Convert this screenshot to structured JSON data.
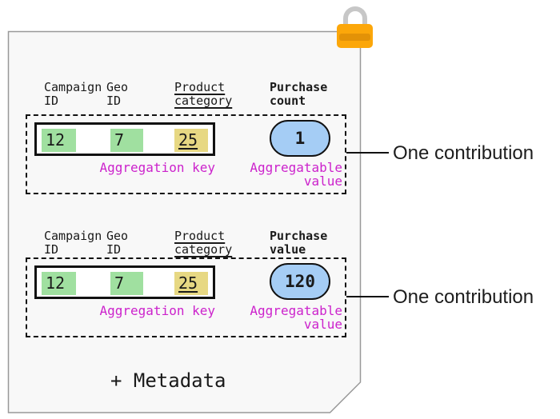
{
  "colors": {
    "paper_fill": "#f8f8f8",
    "paper_border": "#999999",
    "lock_body": "#fca70a",
    "lock_shackle": "#c7c7c7",
    "key_green": "#a0e0a0",
    "key_yellow": "#e7d883",
    "value_blue": "#a5cdf5",
    "label_magenta": "#cc22cc"
  },
  "figure": {
    "metadata_label": "+ Metadata"
  },
  "sections": [
    {
      "headers": [
        {
          "line1": "Campaign",
          "line2": "ID"
        },
        {
          "line1": "Geo",
          "line2": "ID"
        },
        {
          "line1": "Product",
          "line2": "category"
        },
        {
          "line1": "Purchase",
          "line2": "count"
        }
      ],
      "key_cells": [
        {
          "value": "12",
          "bg": "#a0e0a0"
        },
        {
          "value": "7",
          "bg": "#a0e0a0"
        },
        {
          "value": "25",
          "bg": "#e7d883"
        }
      ],
      "aggregation_key_label": "Aggregation key",
      "aggregatable_value": "1",
      "aggregatable_label_line1": "Aggregatable",
      "aggregatable_label_line2": "value",
      "callout_label": "One contribution"
    },
    {
      "headers": [
        {
          "line1": "Campaign",
          "line2": "ID"
        },
        {
          "line1": "Geo",
          "line2": "ID"
        },
        {
          "line1": "Product",
          "line2": "category"
        },
        {
          "line1": "Purchase",
          "line2": "value"
        }
      ],
      "key_cells": [
        {
          "value": "12",
          "bg": "#a0e0a0"
        },
        {
          "value": "7",
          "bg": "#a0e0a0"
        },
        {
          "value": "25",
          "bg": "#e7d883"
        }
      ],
      "aggregation_key_label": "Aggregation key",
      "aggregatable_value": "120",
      "aggregatable_label_line1": "Aggregatable",
      "aggregatable_label_line2": "value",
      "callout_label": "One contribution"
    }
  ]
}
